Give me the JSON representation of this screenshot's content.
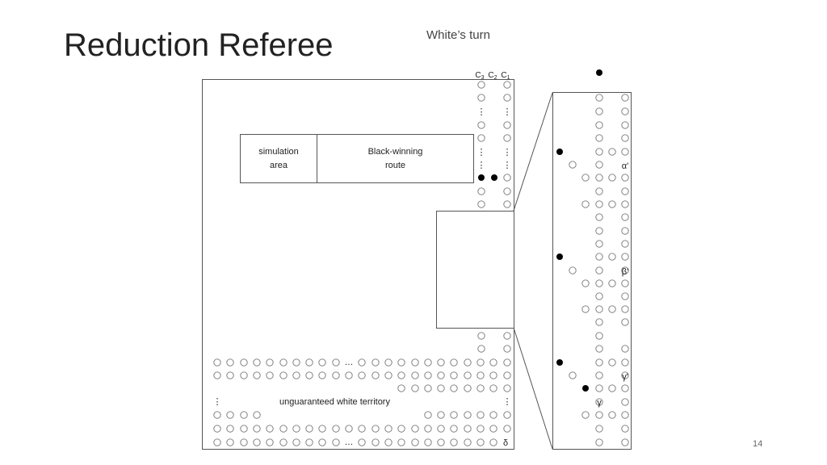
{
  "slide": {
    "title": "Reduction Referee",
    "turn_label": "White’s turn",
    "page_number": "14"
  },
  "diagram": {
    "simulation_label": "simulation\narea",
    "route_label": "Black-winning\nroute",
    "territory_label": "unguaranteed white territory",
    "column_labels": [
      "C",
      "C",
      "C"
    ],
    "column_subscripts": [
      "3",
      "2",
      "1"
    ],
    "corner_label": "δ",
    "ellipsis": "…",
    "vdots": "⋮",
    "zoom_labels": [
      "α'",
      "β'",
      "γ'",
      "γ"
    ]
  }
}
